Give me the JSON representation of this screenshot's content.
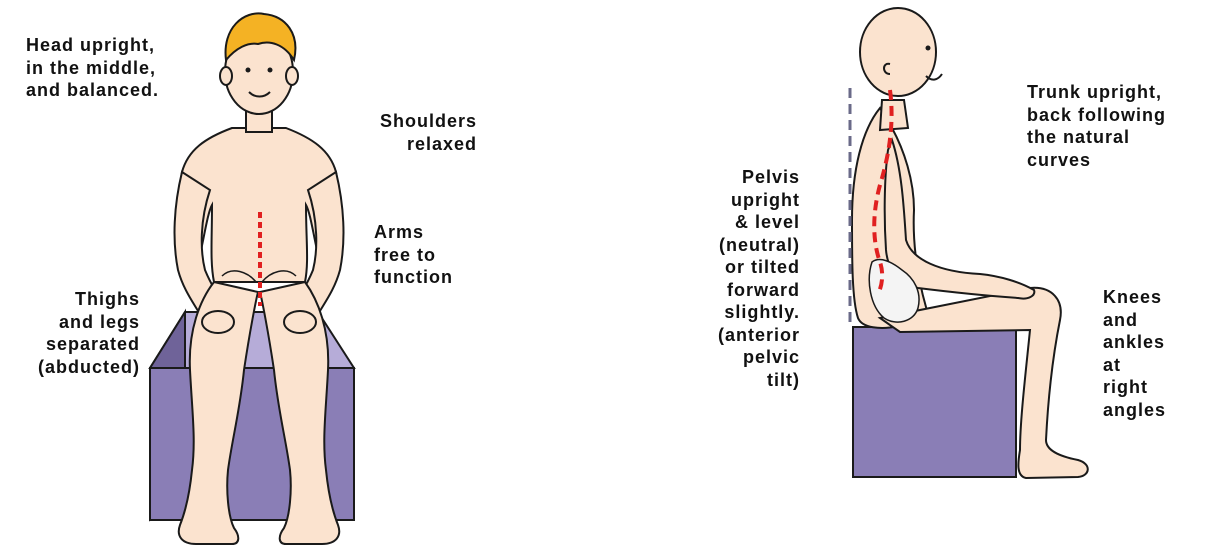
{
  "colors": {
    "skin": "#fbe3cf",
    "hair": "#f4b224",
    "box_front": "#8a7eb6",
    "box_top": "#b6acd8",
    "box_side": "#6f6399",
    "spine": "#e02020",
    "plumb_line": "#6a6a88",
    "outline": "#1a1a1a"
  },
  "front_view": {
    "labels": {
      "head": [
        "Head upright,",
        "in the middle,",
        "and balanced."
      ],
      "shoulders": [
        "Shoulders",
        "relaxed"
      ],
      "arms": [
        "Arms",
        "free to",
        "function"
      ],
      "thighs": [
        "Thighs",
        "and legs",
        "separated",
        "(abducted)"
      ]
    }
  },
  "side_view": {
    "labels": {
      "trunk": [
        "Trunk upright,",
        "back following",
        "the natural",
        "curves"
      ],
      "pelvis": [
        "Pelvis",
        "upright",
        "& level",
        "(neutral)",
        "or tilted",
        "forward",
        "slightly.",
        "(anterior",
        "pelvic",
        "tilt)"
      ],
      "knees": [
        "Knees",
        "and",
        "ankles",
        "at",
        "right",
        "angles"
      ]
    }
  }
}
